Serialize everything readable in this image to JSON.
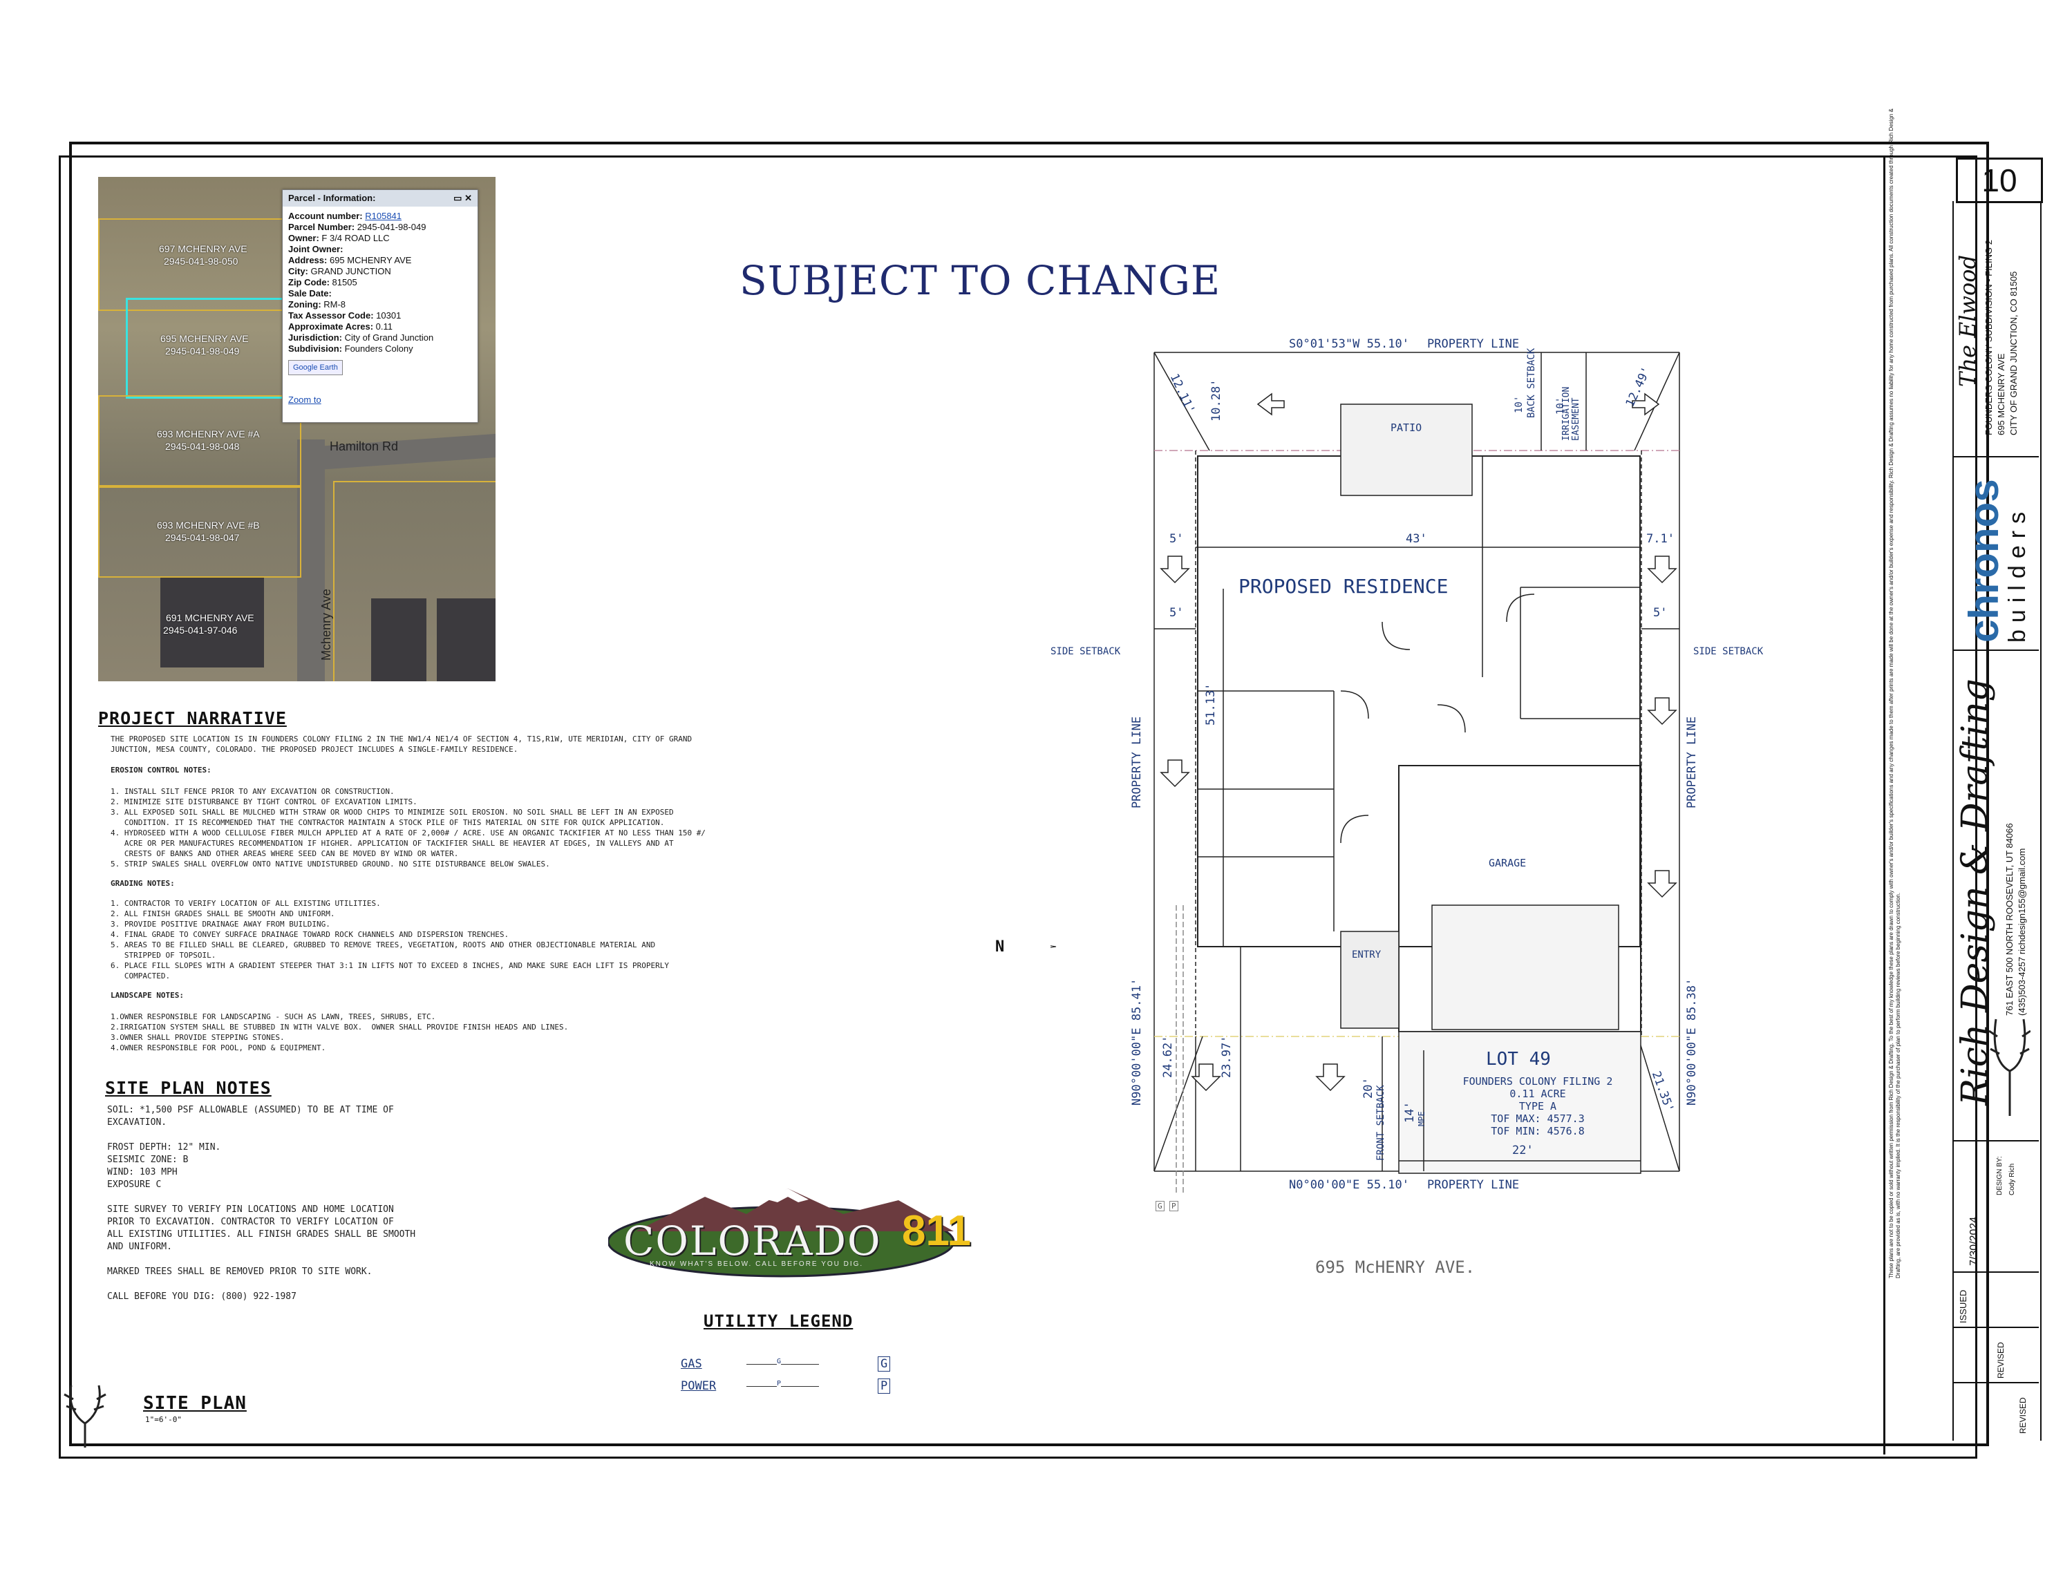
{
  "sheet_number": "10",
  "heading": "SUBJECT TO CHANGE",
  "parcel_popup": {
    "title": "Parcel - Information:",
    "rows": [
      {
        "k": "Account number:",
        "v": "R105841"
      },
      {
        "k": "Parcel Number:",
        "v": "2945-041-98-049"
      },
      {
        "k": "Owner:",
        "v": "F 3/4 ROAD LLC"
      },
      {
        "k": "Joint Owner:",
        "v": ""
      },
      {
        "k": "Address:",
        "v": "695 MCHENRY AVE"
      },
      {
        "k": "City:",
        "v": "GRAND JUNCTION"
      },
      {
        "k": "Zip Code:",
        "v": "81505"
      },
      {
        "k": "Sale Date:",
        "v": ""
      },
      {
        "k": "Zoning:",
        "v": "RM-8"
      },
      {
        "k": "Tax Assessor Code:",
        "v": "10301"
      },
      {
        "k": "Approximate Acres:",
        "v": "0.11"
      },
      {
        "k": "Jurisdiction:",
        "v": "City of Grand Junction"
      },
      {
        "k": "Subdivision:",
        "v": "Founders Colony"
      }
    ],
    "google_earth": "Google Earth",
    "zoom_to": "Zoom to"
  },
  "aerial_labels": {
    "a": "697 MCHENRY AVE",
    "a_p": "2945-041-98-050",
    "b": "695 MCHENRY AVE",
    "b_p": "2945-041-98-049",
    "c": "693 MCHENRY AVE #A",
    "c_p": "2945-041-98-048",
    "d": "693 MCHENRY AVE #B",
    "d_p": "2945-041-98-047",
    "e": "691 MCHENRY AVE",
    "e_p": "2945-041-97-046",
    "hamilton": "Hamilton Rd",
    "mchenry": "Mchenry Ave"
  },
  "project_narrative": {
    "title": "PROJECT NARRATIVE",
    "intro": "THE PROPOSED SITE LOCATION IS IN FOUNDERS COLONY FILING 2 IN THE NW1/4 NE1/4 OF SECTION 4, T1S,R1W, UTE MERIDIAN, CITY OF GRAND\nJUNCTION, MESA COUNTY, COLORADO. THE PROPOSED PROJECT INCLUDES A SINGLE-FAMILY RESIDENCE.",
    "erosion_title": "EROSION CONTROL NOTES:",
    "erosion": "1. INSTALL SILT FENCE PRIOR TO ANY EXCAVATION OR CONSTRUCTION.\n2. MINIMIZE SITE DISTURBANCE BY TIGHT CONTROL OF EXCAVATION LIMITS.\n3. ALL EXPOSED SOIL SHALL BE MULCHED WITH STRAW OR WOOD CHIPS TO MINIMIZE SOIL EROSION. NO SOIL SHALL BE LEFT IN AN EXPOSED\n   CONDITION. IT IS RECOMMENDED THAT THE CONTRACTOR MAINTAIN A STOCK PILE OF THIS MATERIAL ON SITE FOR QUICK APPLICATION.\n4. HYDROSEED WITH A WOOD CELLULOSE FIBER MULCH APPLIED AT A RATE OF 2,000# / ACRE. USE AN ORGANIC TACKIFIER AT NO LESS THAN 150 #/\n   ACRE OR PER MANUFACTURES RECOMMENDATION IF HIGHER. APPLICATION OF TACKIFIER SHALL BE HEAVIER AT EDGES, IN VALLEYS AND AT\n   CRESTS OF BANKS AND OTHER AREAS WHERE SEED CAN BE MOVED BY WIND OR WATER.\n5. STRIP SWALES SHALL OVERFLOW ONTO NATIVE UNDISTURBED GROUND. NO SITE DISTURBANCE BELOW SWALES.",
    "grading_title": "GRADING NOTES:",
    "grading": "1. CONTRACTOR TO VERIFY LOCATION OF ALL EXISTING UTILITIES.\n2. ALL FINISH GRADES SHALL BE SMOOTH AND UNIFORM.\n3. PROVIDE POSITIVE DRAINAGE AWAY FROM BUILDING.\n4. FINAL GRADE TO CONVEY SURFACE DRAINAGE TOWARD ROCK CHANNELS AND DISPERSION TRENCHES.\n5. AREAS TO BE FILLED SHALL BE CLEARED, GRUBBED TO REMOVE TREES, VEGETATION, ROOTS AND OTHER OBJECTIONABLE MATERIAL AND\n   STRIPPED OF TOPSOIL.\n6. PLACE FILL SLOPES WITH A GRADIENT STEEPER THAT 3:1 IN LIFTS NOT TO EXCEED 8 INCHES, AND MAKE SURE EACH LIFT IS PROPERLY\n   COMPACTED.",
    "landscape_title": "LANDSCAPE NOTES:",
    "landscape": "1.OWNER RESPONSIBLE FOR LANDSCAPING - SUCH AS LAWN, TREES, SHRUBS, ETC.\n2.IRRIGATION SYSTEM SHALL BE STUBBED IN WITH VALVE BOX.  OWNER SHALL PROVIDE FINISH HEADS AND LINES.\n3.OWNER SHALL PROVIDE STEPPING STONES.\n4.OWNER RESPONSIBLE FOR POOL, POND & EQUIPMENT."
  },
  "site_plan_notes": {
    "title": "SITE PLAN NOTES",
    "body": "SOIL: *1,500 PSF ALLOWABLE (ASSUMED) TO BE AT TIME OF\nEXCAVATION.\n\nFROST DEPTH: 12\" MIN.\nSEISMIC ZONE: B\nWIND: 103 MPH\nEXPOSURE C\n\nSITE SURVEY TO VERIFY PIN LOCATIONS AND HOME LOCATION\nPRIOR TO EXCAVATION. CONTRACTOR TO VERIFY LOCATION OF\nALL EXISTING UTILITIES. ALL FINISH GRADES SHALL BE SMOOTH\nAND UNIFORM.\n\nMARKED TREES SHALL BE REMOVED PRIOR TO SITE WORK.\n\nCALL BEFORE YOU DIG: (800) 922-1987"
  },
  "logo811": {
    "word": "COLORADO",
    "num": "811",
    "tag": "KNOW WHAT'S BELOW. CALL BEFORE YOU DIG."
  },
  "utility_legend": {
    "title": "UTILITY LEGEND",
    "items": [
      {
        "label": "GAS",
        "code": "G",
        "mark": "G"
      },
      {
        "label": "POWER",
        "code": "P",
        "mark": "P"
      }
    ]
  },
  "site_plan": {
    "title": "SITE PLAN",
    "scale": "1\"=6'-0\""
  },
  "plan": {
    "top_bearing": "S0°01'53\"W   55.10'",
    "bottom_bearing": "N0°00'00\"E   55.10'",
    "property_line": "PROPERTY LINE",
    "left_bearing": "N90°00'00\"E   85.41'",
    "right_bearing": "N90°00'00\"E   85.38'",
    "side_setback": "SIDE SETBACK",
    "back_setback": "BACK SETBACK",
    "back_10": "10'",
    "irrigation": "IRRIGATION\nEASEMENT",
    "irr_10": "10'",
    "d1028": "10.28'",
    "d1211": "12.11'",
    "d1249": "12.49'",
    "d5a": "5'",
    "d5b": "5'",
    "d5c": "5'",
    "d43": "43'",
    "d71": "7.1'",
    "d5113": "51.13'",
    "d2462": "24.62'",
    "d2397": "23.97'",
    "d2135": "21.35'",
    "d20": "20'",
    "front_setback": "FRONT SETBACK",
    "d14": "14'",
    "mpe": "MPE",
    "d22": "22'",
    "patio": "PATIO",
    "residence": "PROPOSED RESIDENCE",
    "garage": "GARAGE",
    "entry": "ENTRY",
    "lot": "LOT 49",
    "lot_lines": [
      "FOUNDERS COLONY FILING 2",
      "0.11 ACRE",
      "TYPE A",
      "TOF MAX: 4577.3",
      "TOF MIN:  4576.8"
    ],
    "north": "N",
    "address": "695 McHENRY AVE.",
    "gp_mark_g": "G",
    "gp_mark_p": "P"
  },
  "titleblock": {
    "project": "The Elwood",
    "sub": "FOUNDERS COLONY SUBDIVISION - FILING 2",
    "addr1": "695 MCHENRY AVE",
    "addr2": "CITY OF GRAND JUNCTION, CO 81505",
    "builder1": "chronos",
    "builder2": "builders",
    "firm": "Rich Design & Drafting",
    "firm_addr": "761 EAST 500 NORTH ROOSEVELT, UT 84066",
    "firm_phone": "(435)503-4257  richdesign155@gmail.com",
    "issued_label": "ISSUED",
    "issued_date": "7/30/2024",
    "design_by_label": "DESIGN BY:",
    "design_by": "Cody Rich",
    "revised1": "REVISED",
    "revised2": "REVISED",
    "disclaimer": "These plans are not to be copied or sold without written permission from Rich Design & Drafting. To the best of my knowledge these plans are drawn to comply with owner's and/or builder's specifications and any changes made to them after prints are made will be done at the owner's and/or builder's expense and responsibility. Rich Design & Drafting assumes no liability for any home constructed from purchased plans. All construction documents created through Rich Design & Drafting, are provided as is, with no warranty implied. It is the responsibility of the purchaser of plan to perform building reviews before beginning construction."
  }
}
